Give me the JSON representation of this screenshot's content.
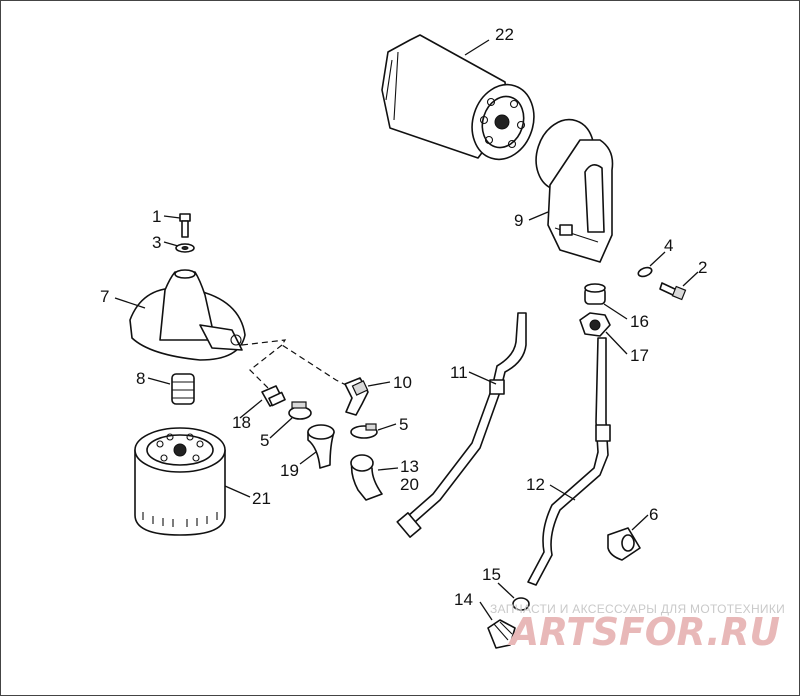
{
  "diagram": {
    "callouts": [
      {
        "id": "c22",
        "label": "22"
      },
      {
        "id": "c9",
        "label": "9"
      },
      {
        "id": "c4",
        "label": "4"
      },
      {
        "id": "c2",
        "label": "2"
      },
      {
        "id": "c16",
        "label": "16"
      },
      {
        "id": "c17",
        "label": "17"
      },
      {
        "id": "c1",
        "label": "1"
      },
      {
        "id": "c3",
        "label": "3"
      },
      {
        "id": "c7",
        "label": "7"
      },
      {
        "id": "c8",
        "label": "8"
      },
      {
        "id": "c10",
        "label": "10"
      },
      {
        "id": "c11",
        "label": "11"
      },
      {
        "id": "c18",
        "label": "18"
      },
      {
        "id": "c5a",
        "label": "5"
      },
      {
        "id": "c5b",
        "label": "5"
      },
      {
        "id": "c19",
        "label": "19"
      },
      {
        "id": "c13",
        "label": "13"
      },
      {
        "id": "c20",
        "label": "20"
      },
      {
        "id": "c21",
        "label": "21"
      },
      {
        "id": "c12",
        "label": "12"
      },
      {
        "id": "c6",
        "label": "6"
      },
      {
        "id": "c15",
        "label": "15"
      },
      {
        "id": "c14",
        "label": "14"
      }
    ]
  },
  "watermark": {
    "tagline": "ЗАПЧАСТИ И АКСЕССУАРЫ ДЛЯ МОТОТЕХНИКИ",
    "logo": "ARTSFOR.RU",
    "logo_color": "#e8b8b8"
  }
}
